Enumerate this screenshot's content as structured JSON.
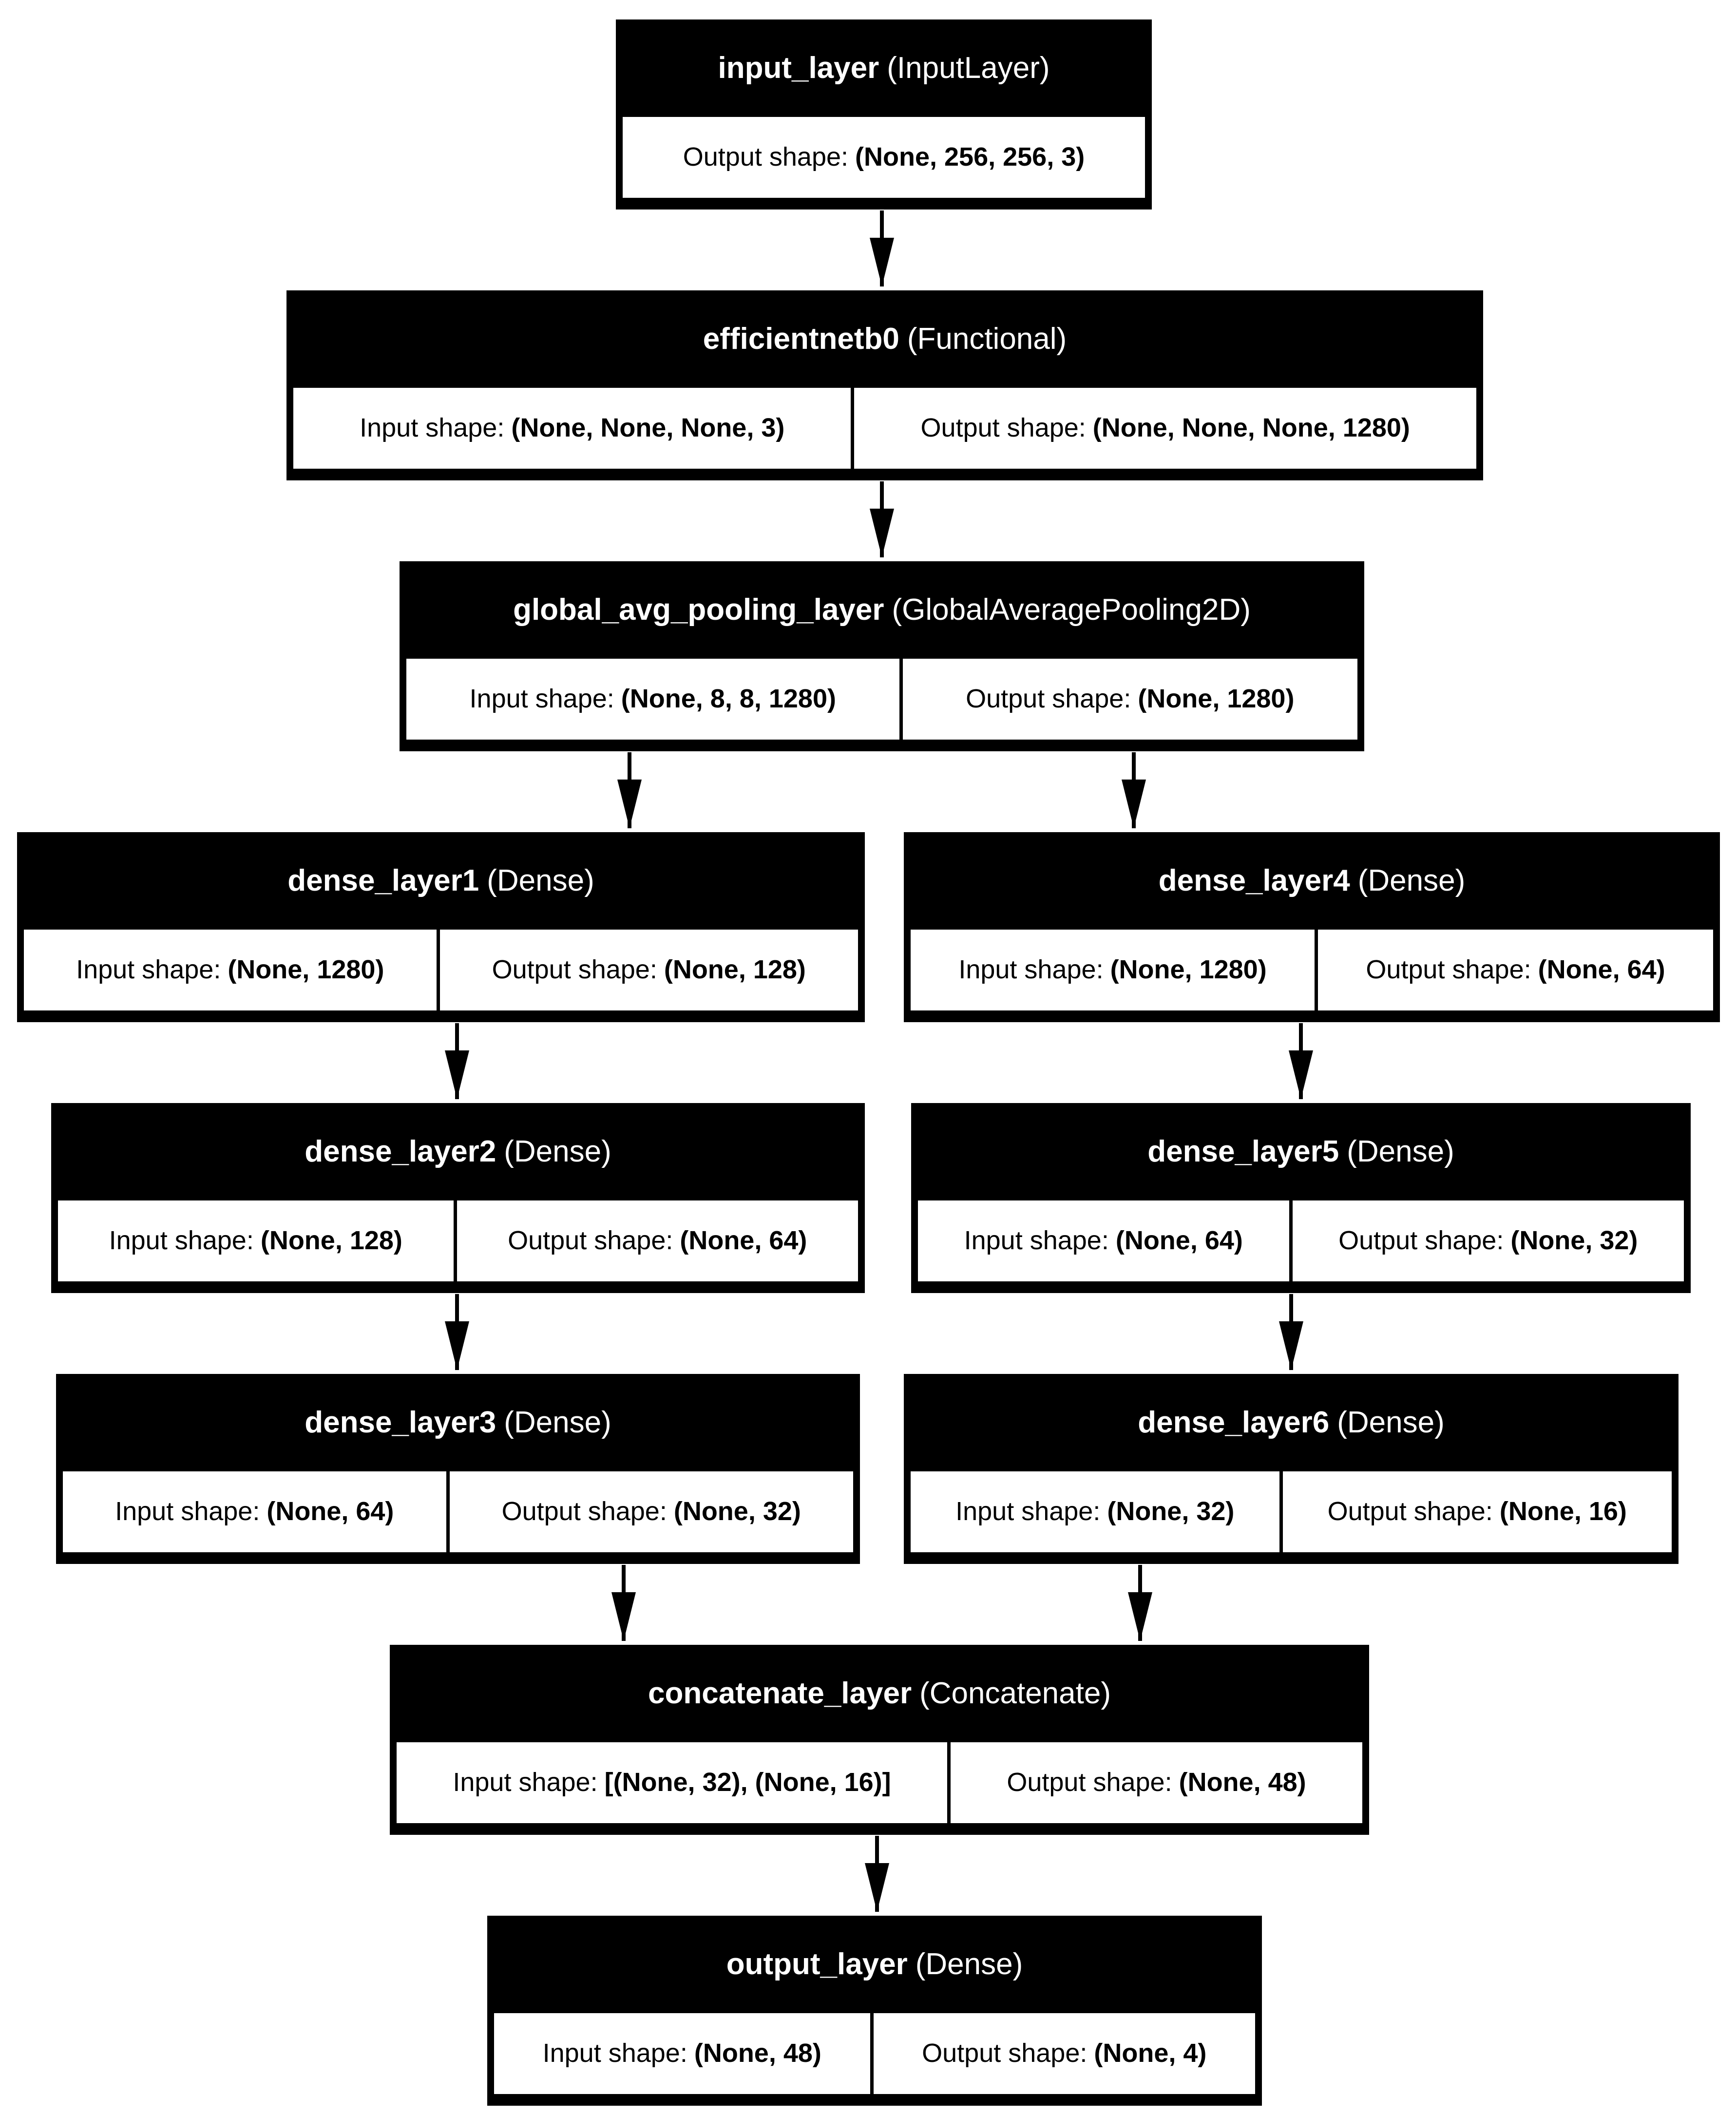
{
  "colors": {
    "background": "#ffffff",
    "node_fill": "#000000",
    "node_text": "#ffffff",
    "cell_fill": "#ffffff",
    "cell_text": "#000000",
    "edge": "#000000"
  },
  "labels": {
    "input_prefix": "Input shape:",
    "output_prefix": "Output shape:"
  },
  "nodes": [
    {
      "name": "input_layer",
      "type_label": "(InputLayer)",
      "output_shape": "(None, 256, 256, 3)"
    },
    {
      "name": "efficientnetb0",
      "type_label": "(Functional)",
      "input_shape": "(None, None, None, 3)",
      "output_shape": "(None, None, None, 1280)"
    },
    {
      "name": "global_avg_pooling_layer",
      "type_label": "(GlobalAveragePooling2D)",
      "input_shape": "(None, 8, 8, 1280)",
      "output_shape": "(None, 1280)"
    },
    {
      "name": "dense_layer1",
      "type_label": "(Dense)",
      "input_shape": "(None, 1280)",
      "output_shape": "(None, 128)"
    },
    {
      "name": "dense_layer4",
      "type_label": "(Dense)",
      "input_shape": "(None, 1280)",
      "output_shape": "(None, 64)"
    },
    {
      "name": "dense_layer2",
      "type_label": "(Dense)",
      "input_shape": "(None, 128)",
      "output_shape": "(None, 64)"
    },
    {
      "name": "dense_layer5",
      "type_label": "(Dense)",
      "input_shape": "(None, 64)",
      "output_shape": "(None, 32)"
    },
    {
      "name": "dense_layer3",
      "type_label": "(Dense)",
      "input_shape": "(None, 64)",
      "output_shape": "(None, 32)"
    },
    {
      "name": "dense_layer6",
      "type_label": "(Dense)",
      "input_shape": "(None, 32)",
      "output_shape": "(None, 16)"
    },
    {
      "name": "concatenate_layer",
      "type_label": "(Concatenate)",
      "input_shape": "[(None, 32), (None, 16)]",
      "output_shape": "(None, 48)"
    },
    {
      "name": "output_layer",
      "type_label": "(Dense)",
      "input_shape": "(None, 48)",
      "output_shape": "(None, 4)"
    }
  ],
  "edges": [
    {
      "from": "input_layer",
      "to": "efficientnetb0"
    },
    {
      "from": "efficientnetb0",
      "to": "global_avg_pooling_layer"
    },
    {
      "from": "global_avg_pooling_layer",
      "to": "dense_layer1"
    },
    {
      "from": "global_avg_pooling_layer",
      "to": "dense_layer4"
    },
    {
      "from": "dense_layer1",
      "to": "dense_layer2"
    },
    {
      "from": "dense_layer4",
      "to": "dense_layer5"
    },
    {
      "from": "dense_layer2",
      "to": "dense_layer3"
    },
    {
      "from": "dense_layer5",
      "to": "dense_layer6"
    },
    {
      "from": "dense_layer3",
      "to": "concatenate_layer"
    },
    {
      "from": "dense_layer6",
      "to": "concatenate_layer"
    },
    {
      "from": "concatenate_layer",
      "to": "output_layer"
    }
  ]
}
